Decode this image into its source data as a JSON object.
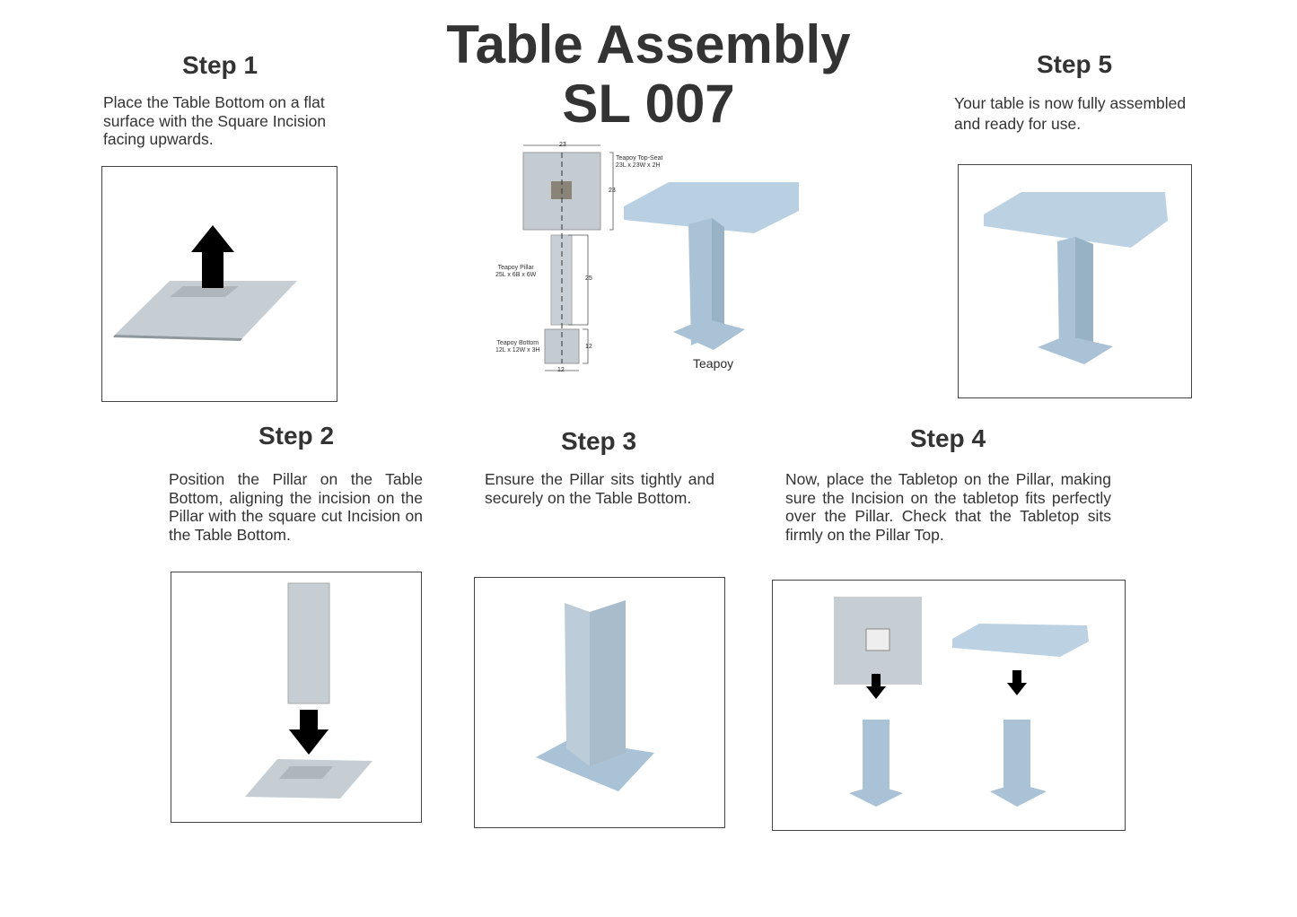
{
  "title": {
    "line1": "Table Assembly",
    "line2": "SL 007"
  },
  "diagram": {
    "top_seat_label": "Teapoy Top-Seat",
    "top_seat_dims": "23L x 23W x 2H",
    "pillar_label": "Teapoy Pillar",
    "pillar_dims": "25L x 6B x 6W",
    "bottom_label": "Teapoy Bottom",
    "bottom_dims": "12L x 12W x 3H",
    "dim_top_width": "23",
    "dim_top_height": "23",
    "dim_pillar": "25",
    "dim_bottom_height": "12",
    "dim_bottom_width": "12",
    "caption": "Teapoy"
  },
  "steps": [
    {
      "heading": "Step 1",
      "text": "Place the Table Bottom on a flat surface with the Square Incision facing upwards."
    },
    {
      "heading": "Step 2",
      "text": "Position the Pillar on the Table Bottom, aligning the incision on the Pillar with the square cut Incision on the Table Bottom."
    },
    {
      "heading": "Step 3",
      "text": "Ensure the Pillar sits tightly and securely on the Table Bottom."
    },
    {
      "heading": "Step 4",
      "text": "Now, place the Tabletop on the Pillar, making sure the Incision on the tabletop fits perfectly over the Pillar. Check that the Tabletop sits firmly on the Pillar Top."
    },
    {
      "heading": "Step 5",
      "text": "Your table is now fully assembled and ready for use."
    }
  ]
}
